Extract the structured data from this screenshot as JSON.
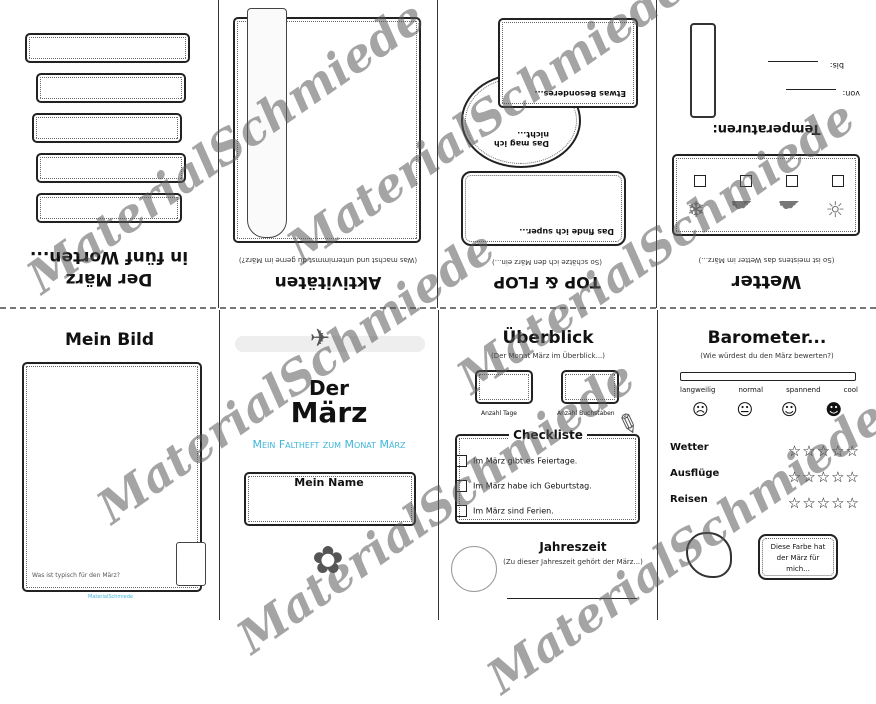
{
  "top": {
    "wetter": {
      "title": "Wetter",
      "subtitle": "(So ist meistens das Wetter im März...)",
      "temp_title": "Temperaturen:",
      "von": "von:",
      "bis": "bis:"
    },
    "topflop": {
      "title": "TOP & FLOP",
      "subtitle": "(So schätze ich den März ein...)",
      "super": "Das finde ich super...",
      "nicht": "Das mag ich nicht...",
      "besonderes": "Etwas Besonderes..."
    },
    "aktivitaeten": {
      "title": "Aktivitäten",
      "subtitle": "(Was machst und unternimmst du gerne im März?)"
    },
    "worte": {
      "title_line1": "Der März",
      "title_line2": "in fünf Worten..."
    }
  },
  "bottom": {
    "bild": {
      "title": "Mein Bild",
      "caption": "Was ist typisch für den März?",
      "logo": "MaterialSchmiede"
    },
    "cover": {
      "title_line1": "Der",
      "title_line2": "März",
      "subtitle": "Mein Faltheft zum Monat März",
      "name_label": "Mein Name"
    },
    "ueberblick": {
      "title": "Überblick",
      "subtitle": "(Der Monat März im Überblick...)",
      "tage": "Anzahl Tage",
      "buchstaben": "Anzahl Buchstaben",
      "checklist_title": "Checkliste",
      "checklist": [
        "Im März gibt es Feiertage.",
        "Im März habe ich Geburtstag.",
        "Im März sind Ferien."
      ],
      "season_title": "Jahreszeit",
      "season_sub": "(Zu dieser Jahreszeit gehört der März...)"
    },
    "barometer": {
      "title": "Barometer...",
      "subtitle": "(Wie würdest du den März bewerten?)",
      "scale": [
        "langweilig",
        "normal",
        "spannend",
        "cool"
      ],
      "faces": [
        "☹",
        "😐",
        "☺",
        "☻"
      ],
      "ratings": [
        {
          "label": "Wetter",
          "stars": "☆☆☆☆☆"
        },
        {
          "label": "Ausflüge",
          "stars": "☆☆☆☆☆"
        },
        {
          "label": "Reisen",
          "stars": "☆☆☆☆☆"
        }
      ],
      "color_text": "Diese Farbe hat der März für mich..."
    }
  },
  "watermark": "MaterialSchmiede",
  "colors": {
    "accent": "#3fb6d9"
  }
}
